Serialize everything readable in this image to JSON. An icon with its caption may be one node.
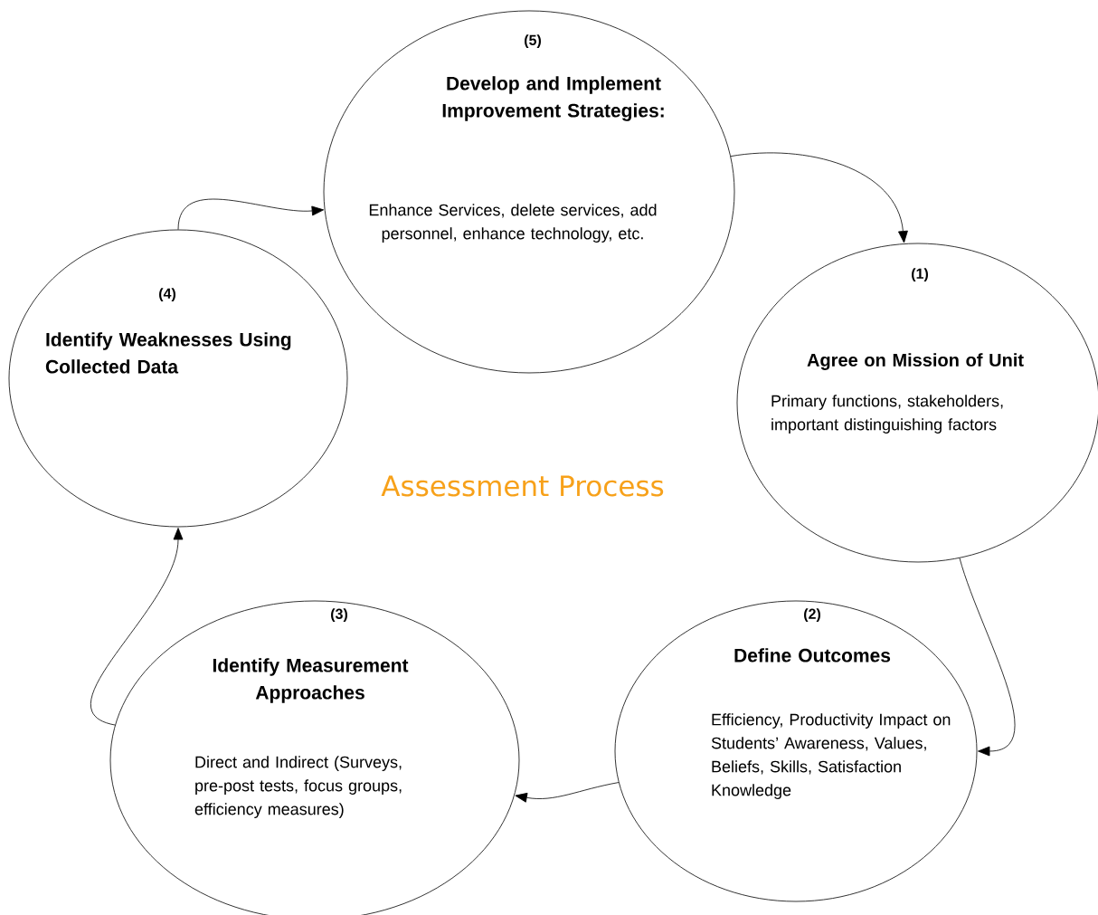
{
  "diagram": {
    "title": "Assessment Process",
    "nodes": [
      {
        "text": [
          "(5)",
          "Develop and Implement Improvement Strategies:",
          "Enhance Services, delete services, add personnel, enhance technology, etc."
        ]
      },
      {
        "text": [
          "(1)",
          "Agree on Mission of Unit",
          "Primary functions, stakeholders, important distinguishing factors"
        ]
      },
      {
        "text": [
          "(2)",
          "Define Outcomes",
          "Efficiency, Productivity Impact on Students’ Awareness, Values, Beliefs, Skills, Satisfaction Knowledge"
        ]
      },
      {
        "text": [
          "(3)",
          "Identify Measurement Approaches",
          "Direct and Indirect (Surveys, pre-post tests, focus groups, efficiency measures)"
        ]
      },
      {
        "text": [
          "(4)",
          "Identify Weaknesses Using Collected Data"
        ]
      }
    ],
    "edges": [
      {
        "from": 0,
        "to": 1,
        "arrow": "to"
      },
      {
        "from": 1,
        "to": 2,
        "arrow": "to"
      },
      {
        "from": 2,
        "to": 3,
        "arrow": "to"
      },
      {
        "from": 3,
        "to": 4,
        "arrow": "to"
      },
      {
        "from": 4,
        "to": 0,
        "arrow": "to"
      }
    ]
  }
}
